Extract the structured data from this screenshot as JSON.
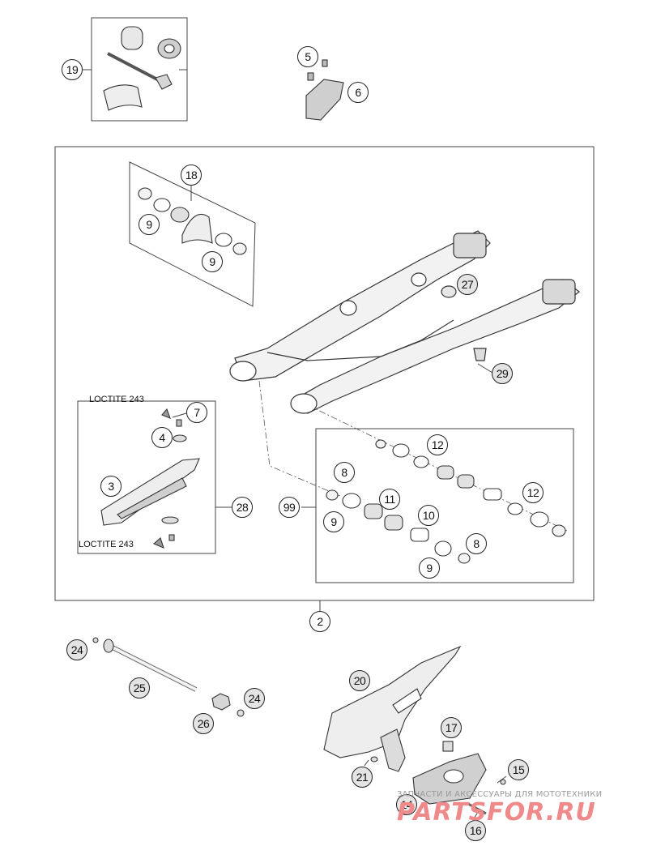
{
  "diagram": {
    "callouts": [
      {
        "id": "c19",
        "label": "19",
        "grey": false
      },
      {
        "id": "c5",
        "label": "5",
        "grey": false
      },
      {
        "id": "c6",
        "label": "6",
        "grey": false
      },
      {
        "id": "c18",
        "label": "18",
        "grey": false
      },
      {
        "id": "c9a",
        "label": "9",
        "grey": false
      },
      {
        "id": "c9b",
        "label": "9",
        "grey": false
      },
      {
        "id": "c27",
        "label": "27",
        "grey": true
      },
      {
        "id": "c29",
        "label": "29",
        "grey": false
      },
      {
        "id": "c7",
        "label": "7",
        "grey": false
      },
      {
        "id": "c4",
        "label": "4",
        "grey": false
      },
      {
        "id": "c3",
        "label": "3",
        "grey": false
      },
      {
        "id": "c28",
        "label": "28",
        "grey": false
      },
      {
        "id": "c12a",
        "label": "12",
        "grey": false
      },
      {
        "id": "c8a",
        "label": "8",
        "grey": false
      },
      {
        "id": "c11",
        "label": "11",
        "grey": false
      },
      {
        "id": "c99",
        "label": "99",
        "grey": false
      },
      {
        "id": "c9c",
        "label": "9",
        "grey": false
      },
      {
        "id": "c10",
        "label": "10",
        "grey": false
      },
      {
        "id": "c12b",
        "label": "12",
        "grey": false
      },
      {
        "id": "c8b",
        "label": "8",
        "grey": false
      },
      {
        "id": "c9d",
        "label": "9",
        "grey": false
      },
      {
        "id": "c2",
        "label": "2",
        "grey": false
      },
      {
        "id": "c24a",
        "label": "24",
        "grey": true
      },
      {
        "id": "c25",
        "label": "25",
        "grey": true
      },
      {
        "id": "c24b",
        "label": "24",
        "grey": true
      },
      {
        "id": "c26",
        "label": "26",
        "grey": true
      },
      {
        "id": "c20",
        "label": "20",
        "grey": true
      },
      {
        "id": "c17",
        "label": "17",
        "grey": true
      },
      {
        "id": "c15",
        "label": "15",
        "grey": true
      },
      {
        "id": "c21",
        "label": "21",
        "grey": true
      },
      {
        "id": "c14",
        "label": "14",
        "grey": true
      },
      {
        "id": "c16",
        "label": "16",
        "grey": true
      }
    ],
    "notes": [
      {
        "id": "loctite1",
        "text": "LOCTITE 243"
      },
      {
        "id": "loctite2",
        "text": "LOCTITE 243"
      }
    ]
  },
  "watermark": {
    "subtitle": "ЗАПЧАСТИ И АКСЕССУАРЫ ДЛЯ МОТОТЕХНИКИ",
    "brand": "PARTSFOR.RU",
    "color": "#f08a8a"
  }
}
